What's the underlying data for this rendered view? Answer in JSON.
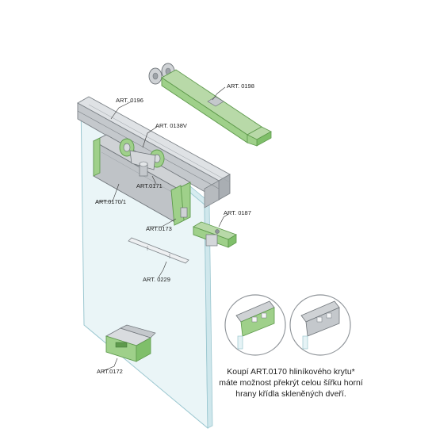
{
  "labels": {
    "art0198": "ART. 0198",
    "art0196": "ART. 0196",
    "art0138v": "ART. 0138V",
    "art0171": "ART.0171",
    "art0170_1": "ART.0170/1",
    "art0187": "ART. 0187",
    "art0173": "ART.0173",
    "art0229": "ART. 0229",
    "art0172": "ART.0172"
  },
  "caption": {
    "line1": "Koupí ART.0170 hliníkového krytu*",
    "line2": "máte možnost překrýt celou šířku horní",
    "line3": "hrany křídla skleněných dveří."
  },
  "colors": {
    "green": "#9fd08a",
    "green_dark": "#6fae5c",
    "metal": "#c9cccf",
    "metal_dark": "#8f9499",
    "glass": "#e6f3f6",
    "glass_edge": "#9bc7d0"
  }
}
